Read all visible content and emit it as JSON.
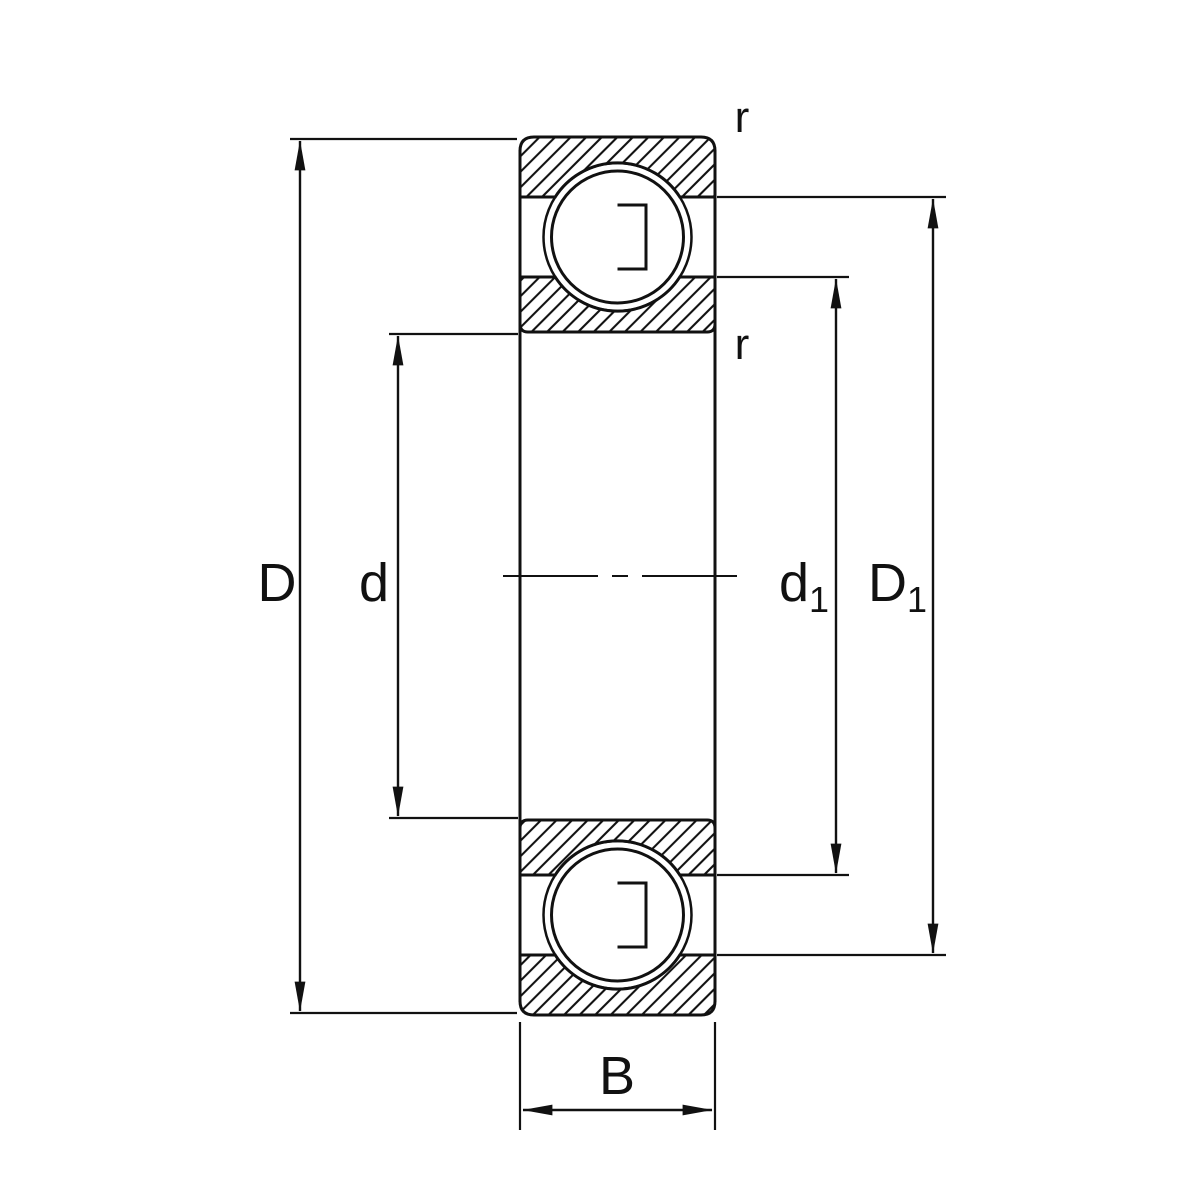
{
  "colors": {
    "line": "#111111",
    "background": "#ffffff"
  },
  "labels": {
    "outer_diameter": "D",
    "bore_diameter": "d",
    "inner_shoulder_base": "d",
    "inner_shoulder_sub": "1",
    "outer_shoulder_base": "D",
    "outer_shoulder_sub": "1",
    "width": "B",
    "chamfer_outer": "r",
    "chamfer_inner": "r"
  }
}
